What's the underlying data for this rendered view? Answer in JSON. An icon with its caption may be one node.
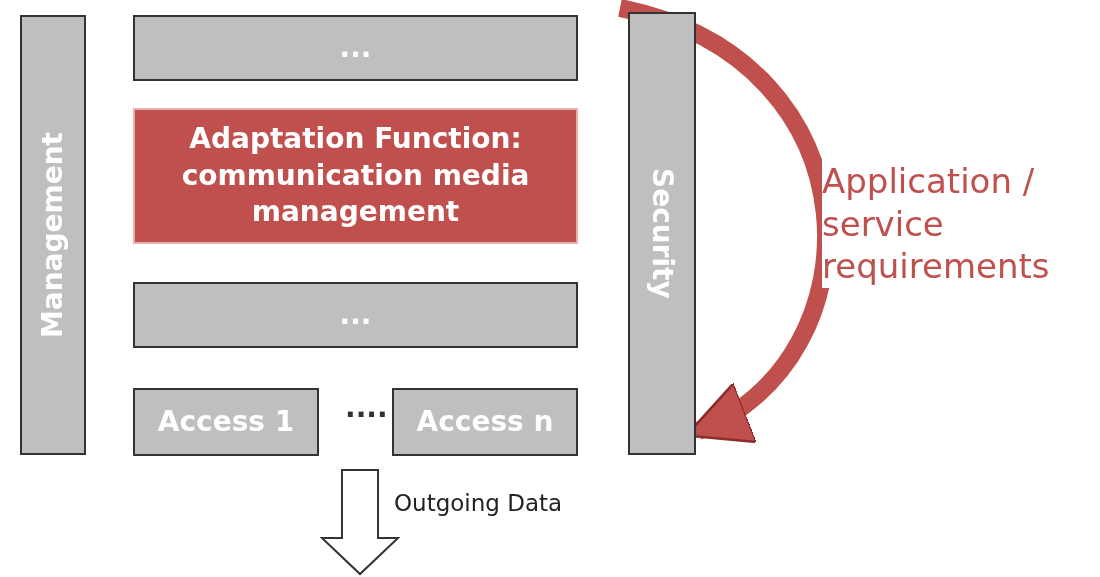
{
  "diagram": {
    "nodes": [
      {
        "text": [
          "Management"
        ]
      },
      {
        "text": [
          "..."
        ]
      },
      {
        "text": [
          "Adaptation Function: communication media management"
        ]
      },
      {
        "text": [
          "..."
        ]
      },
      {
        "text": [
          "Access 1"
        ]
      },
      {
        "text": [
          "Access n"
        ]
      },
      {
        "text": [
          "Security"
        ]
      }
    ],
    "edges": [
      {
        "from": null,
        "to": 6,
        "arrow": "to",
        "label": "Application / service requirements",
        "color": "#c0504d"
      }
    ],
    "labels": [
      "····",
      "Outgoing Data"
    ]
  }
}
